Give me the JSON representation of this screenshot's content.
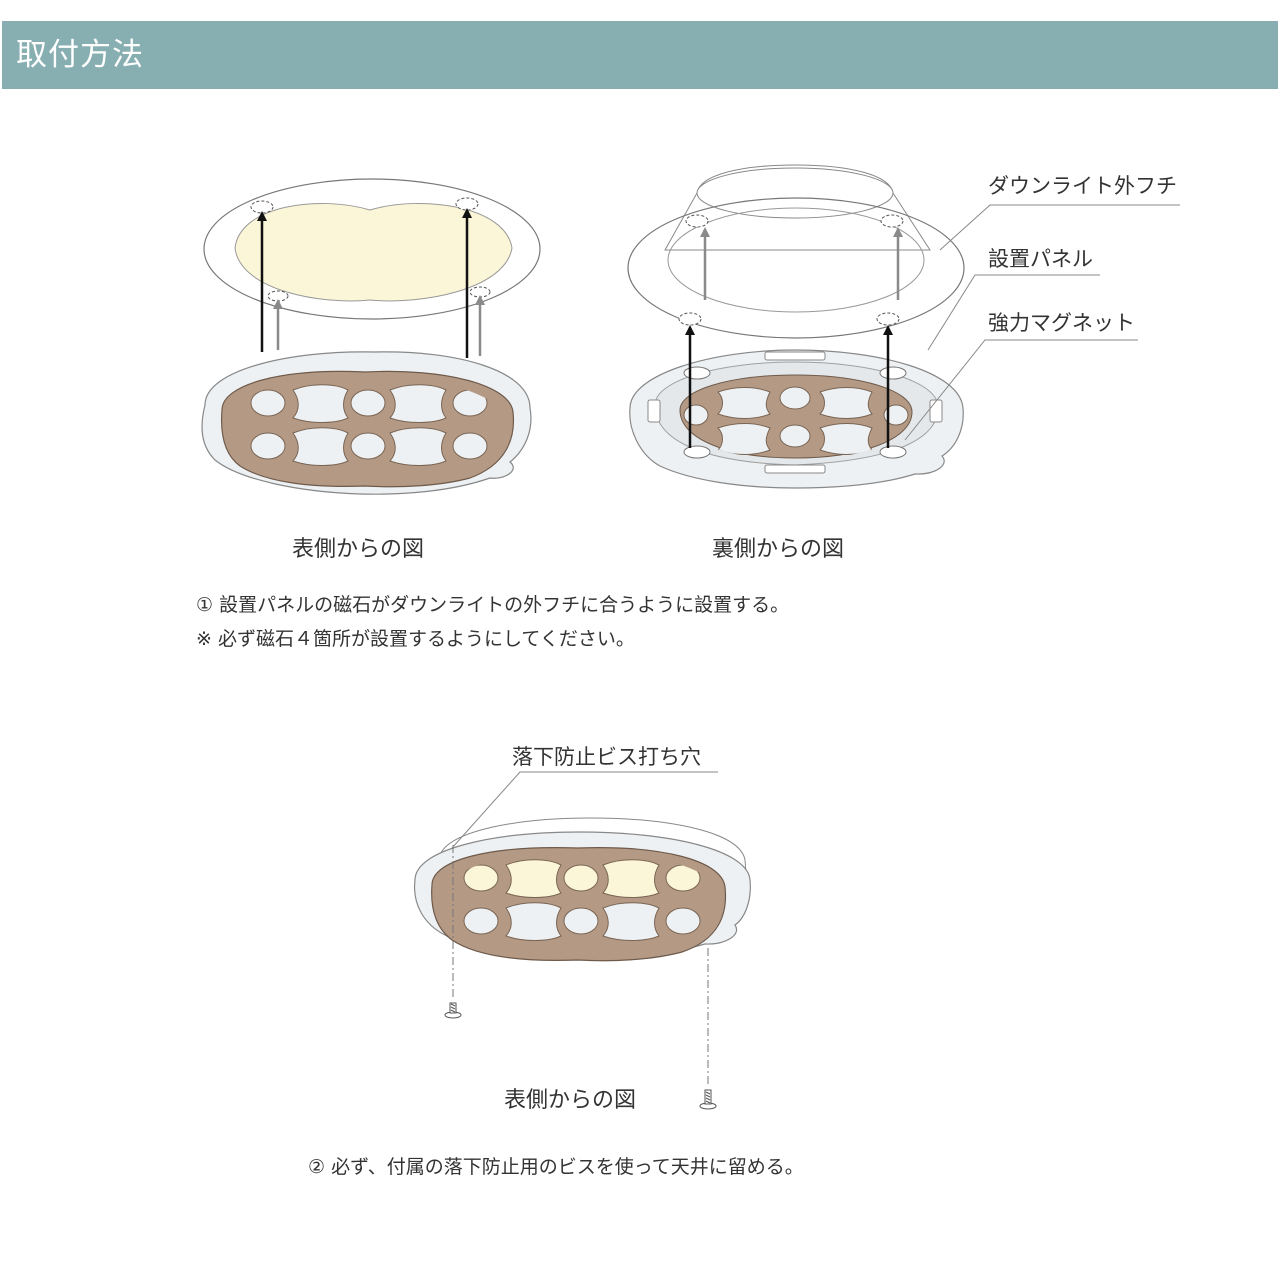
{
  "header": {
    "title": "取付方法"
  },
  "figure1": {
    "captions": {
      "front": "表側からの図",
      "back": "裏側からの図"
    },
    "labels": {
      "downlight_rim": "ダウンライト外フチ",
      "mounting_panel": "設置パネル",
      "magnet": "強力マグネット"
    }
  },
  "step1": {
    "line1": "① 設置パネルの磁石がダウンライトの外フチに合うように設置する。",
    "line2": "※ 必ず磁石４箇所が設置するようにしてください。"
  },
  "figure2": {
    "label": "落下防止ビス打ち穴",
    "caption": "表側からの図"
  },
  "step2": {
    "line1": "② 必ず、付属の落下防止用のビスを使って天井に留める。"
  },
  "colors": {
    "header": "#87aeb0",
    "wood": "#b49a85",
    "light": "#fbf6d7",
    "panel": "#eef1f3",
    "line": "#555555"
  }
}
